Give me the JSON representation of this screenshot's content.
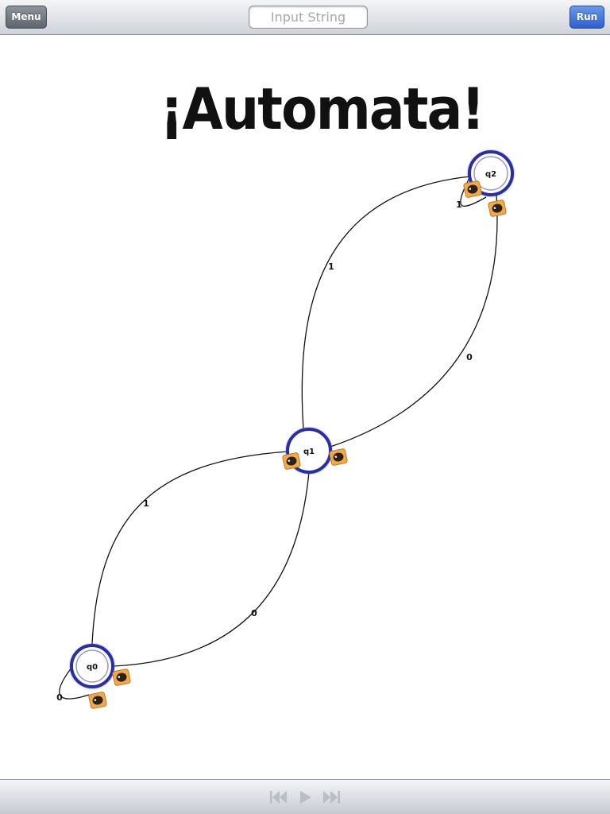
{
  "toolbar": {
    "menu_label": "Menu",
    "input_placeholder": "Input String",
    "input_value": "",
    "run_label": "Run"
  },
  "title": "¡Automata!",
  "automaton": {
    "states": [
      {
        "id": "q0",
        "label": "q0",
        "accepting": true
      },
      {
        "id": "q1",
        "label": "q1",
        "accepting": false
      },
      {
        "id": "q2",
        "label": "q2",
        "accepting": true
      }
    ],
    "transitions": [
      {
        "from": "q0",
        "to": "q0",
        "symbol": "0"
      },
      {
        "from": "q0",
        "to": "q1",
        "symbol": "1"
      },
      {
        "from": "q1",
        "to": "q0",
        "symbol": "0"
      },
      {
        "from": "q1",
        "to": "q2",
        "symbol": "1"
      },
      {
        "from": "q2",
        "to": "q1",
        "symbol": "0"
      },
      {
        "from": "q2",
        "to": "q2",
        "symbol": "1"
      }
    ]
  },
  "playback": {
    "controls": [
      "skip-back",
      "play",
      "skip-forward"
    ],
    "enabled": false
  },
  "colors": {
    "state_ring": "#2b2f9e",
    "edge": "#111111",
    "handle": "#f0a94b",
    "run_button": "#3d6fdb",
    "menu_button": "#6b717a"
  }
}
